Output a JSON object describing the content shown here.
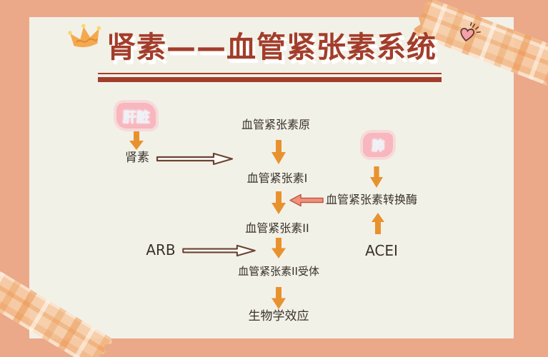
{
  "title": {
    "text": "肾素——血管紧张素系统"
  },
  "organs": {
    "liver": "肝脏",
    "lung": "肺"
  },
  "nodes": {
    "renin": "肾素",
    "angiotensinogen": "血管紧张素原",
    "angiotensin_i": "血管紧张素I",
    "angiotensin_ii": "血管紧张素II",
    "receptor": "血管紧张素II受体",
    "effects": "生物学效应",
    "enzyme": "血管紧张素转换酶",
    "acei": "ACEI",
    "arb": "ARB"
  },
  "edges": [
    {
      "from": "liver",
      "to": "renin"
    },
    {
      "from": "angiotensinogen",
      "to": "angiotensin_i"
    },
    {
      "from": "renin",
      "to": "angiotensinogen_to_i_arrow"
    },
    {
      "from": "angiotensin_i",
      "to": "angiotensin_ii"
    },
    {
      "from": "enzyme",
      "to": "i_to_ii_arrow"
    },
    {
      "from": "lung",
      "to": "enzyme"
    },
    {
      "from": "acei",
      "to": "enzyme"
    },
    {
      "from": "angiotensin_ii",
      "to": "receptor"
    },
    {
      "from": "arb",
      "to": "ii_to_receptor_arrow"
    },
    {
      "from": "receptor",
      "to": "effects"
    }
  ],
  "icons": {
    "crown": "crown-icon",
    "heart": "heart-sticker-icon",
    "tape": "washi-tape"
  },
  "colors": {
    "frame": "#EBA98A",
    "panel": "#F2F1E8",
    "title_red": "#A33D2B",
    "arrow_orange": "#E8922F",
    "organ_pink": "#F8B6BE",
    "enzyme_arrow_pink": "#F2907A",
    "outline_brown": "#6B4332",
    "text_dark": "#38322B"
  }
}
